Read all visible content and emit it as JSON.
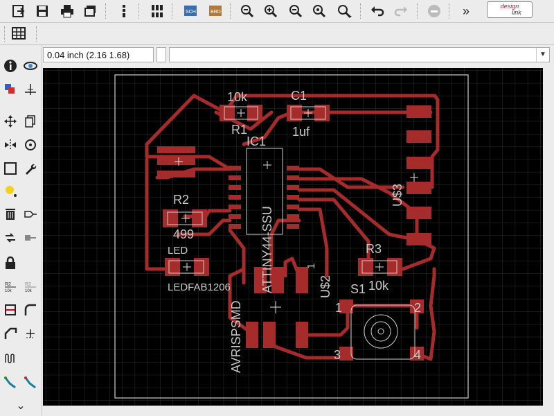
{
  "toolbar": {
    "designlink_top": "design",
    "designlink_bottom": "link",
    "more": "»"
  },
  "status": {
    "coordinates": "0.04 inch (2.16 1.68)",
    "command": ""
  },
  "board": {
    "parts": [
      {
        "ref": "R1",
        "value": "10k"
      },
      {
        "ref": "C1",
        "value": "1uf"
      },
      {
        "ref": "IC1",
        "value": "ATTINY44-SSU"
      },
      {
        "ref": "R2",
        "value": "499"
      },
      {
        "ref": "LED",
        "value": "LEDFAB1206"
      },
      {
        "ref": "R3",
        "value": "10k"
      },
      {
        "ref": "U$2",
        "value": "AVRISPSMD"
      },
      {
        "ref": "U$3",
        "value": ""
      },
      {
        "ref": "S1",
        "value": ""
      }
    ],
    "labels": {
      "r1_value": "10k",
      "r1_ref": "R1",
      "c1_ref": "C1",
      "c1_value": "1uf",
      "ic1_ref": "IC1",
      "ic1_value": "ATTINY44-SSU",
      "r2_ref": "R2",
      "r2_value": "499",
      "led_ref": "LED",
      "led_value": "LEDFAB1206",
      "r3_ref": "R3",
      "r3_value": "10k",
      "u3_ref": "U$3",
      "u2_ref": "U$2",
      "avr_value": "AVRISPSMD",
      "s1_ref": "S1",
      "pin1": "1",
      "pin_one": "1",
      "pin_two": "2",
      "pin_three": "3",
      "pin_four": "4"
    },
    "colors": {
      "copper": "#a62b2b",
      "grid": "#2f2f2f",
      "background": "#000000",
      "text": "#c8c8c8",
      "outline": "#d8d8d8"
    }
  }
}
